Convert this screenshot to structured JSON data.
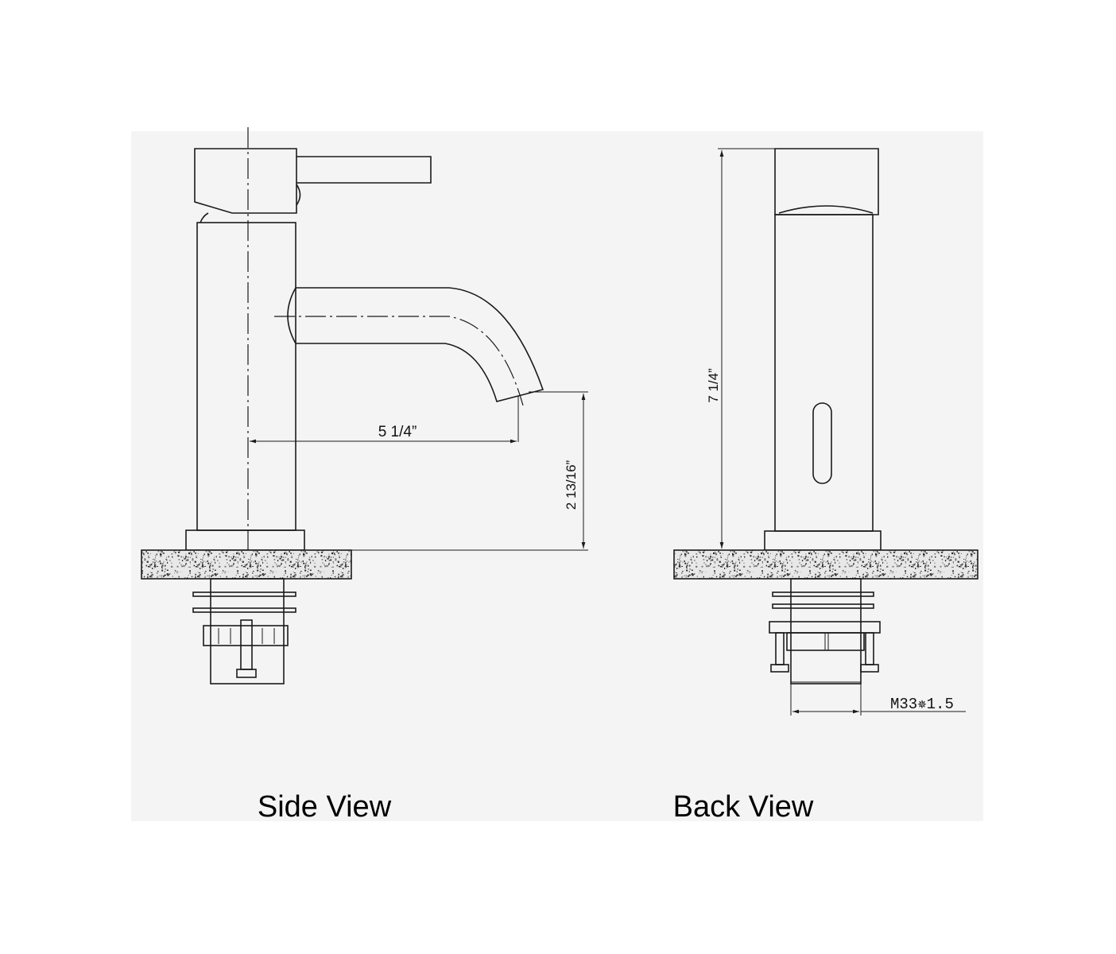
{
  "views": {
    "side": {
      "label": "Side View",
      "dim_reach": "5 1/4”",
      "dim_clearance": "2 13/16”"
    },
    "back": {
      "label": "Back View",
      "dim_height": "7 1/4”",
      "dim_thread": "M33✵1.5"
    }
  },
  "colors": {
    "panel": "#f4f4f4",
    "line": "#1a1a1a"
  }
}
